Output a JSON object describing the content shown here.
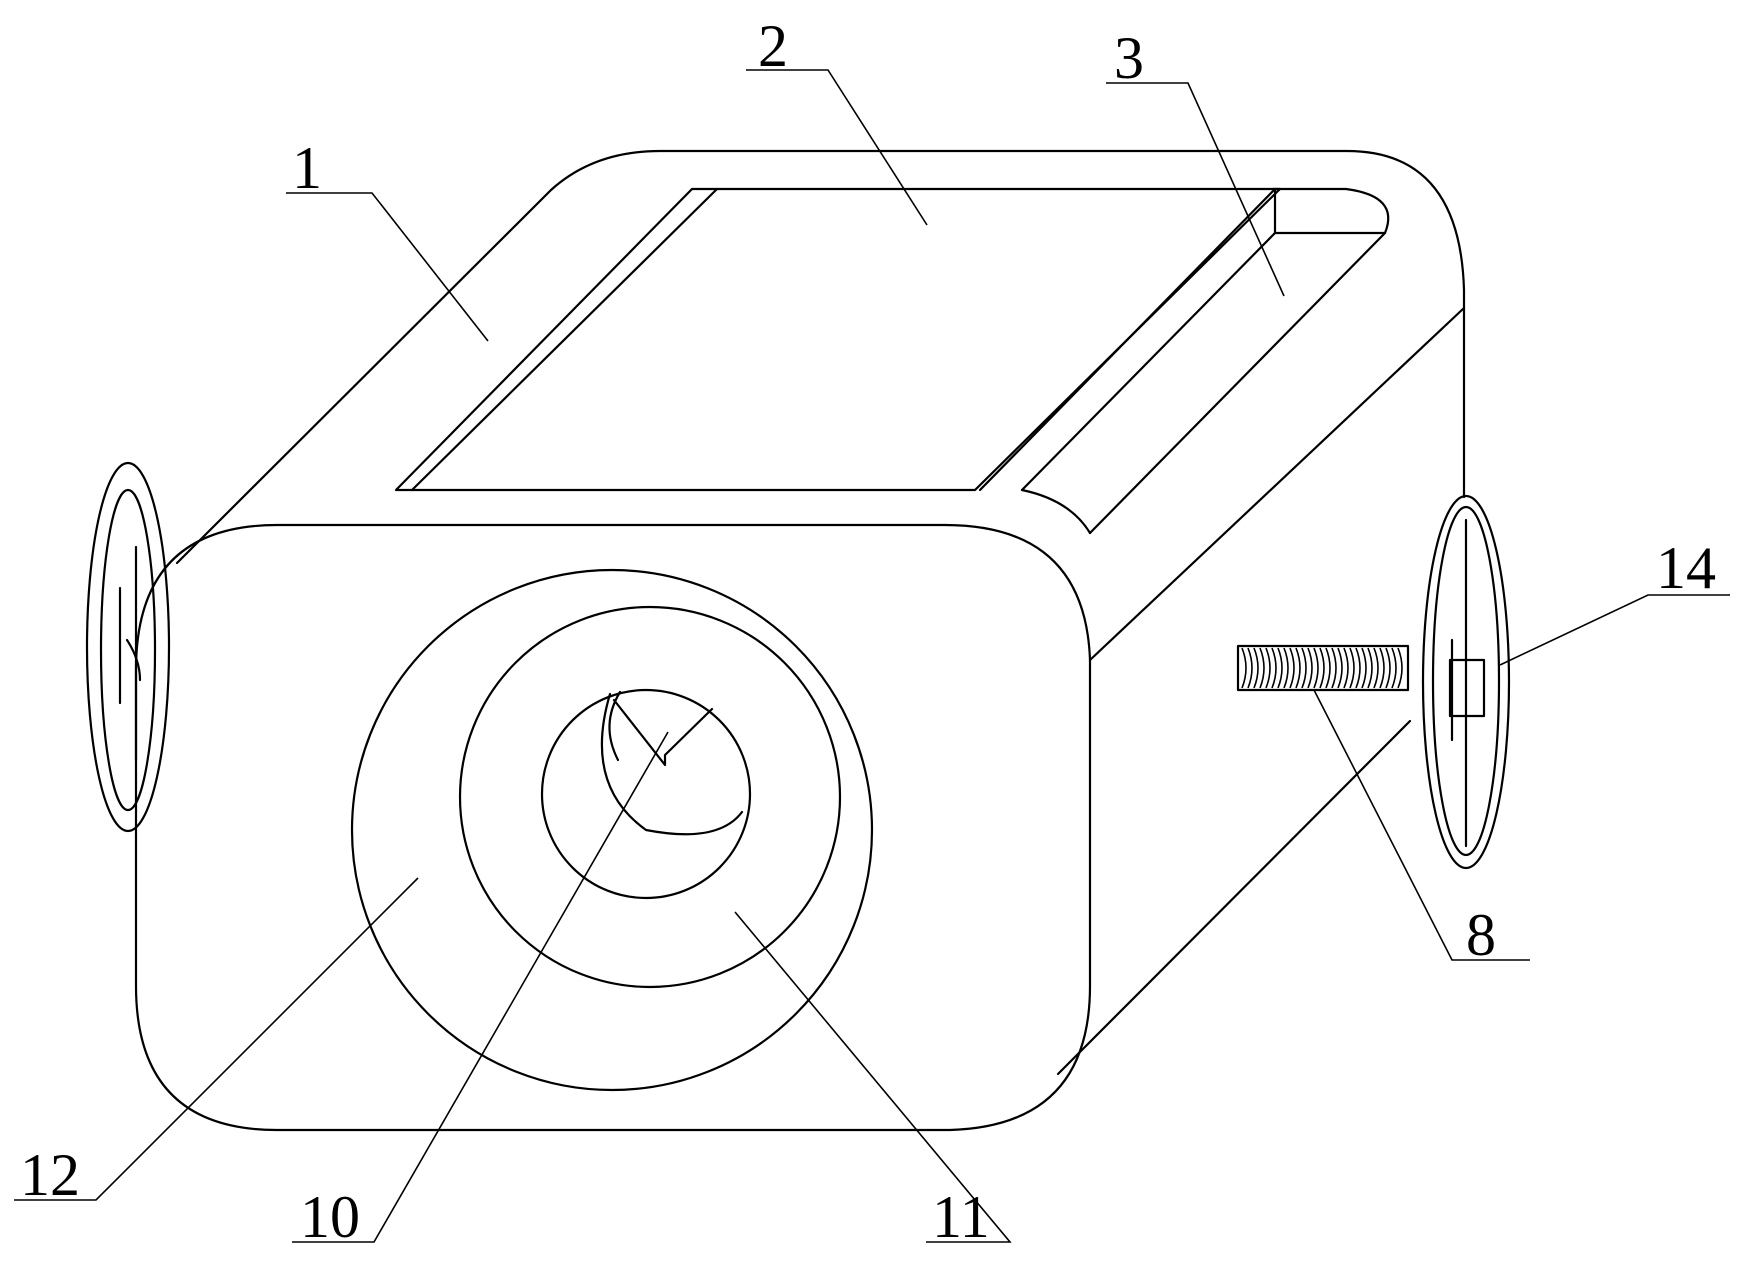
{
  "labels": {
    "l1": "1",
    "l2": "2",
    "l3": "3",
    "l8": "8",
    "l10": "10",
    "l11": "11",
    "l12": "12",
    "l14": "14"
  },
  "colors": {
    "stroke": "#000000",
    "background": "#ffffff"
  }
}
